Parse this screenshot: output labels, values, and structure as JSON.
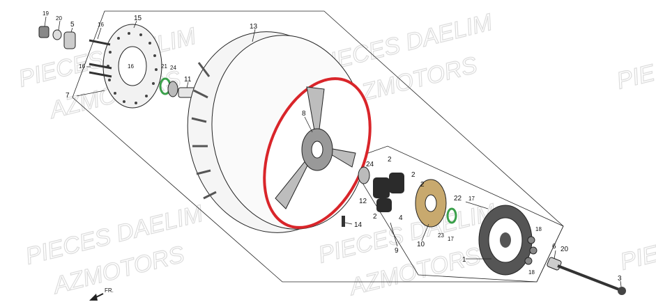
{
  "watermarks": [
    "PIECES DAELIM",
    "AZMOTORS",
    "PIECES DAELIM",
    "AZMOTORS",
    "PIECES DAELIM",
    "AZMOTORS",
    "PIECES DAELIM",
    "AZMOTORS",
    "PIE",
    "PIE"
  ],
  "direction_label": "FR.",
  "callouts": {
    "p19": "19",
    "p20a": "20",
    "p5a": "5",
    "p15": "15",
    "p16a": "16",
    "p16b": "16",
    "p16c": "16",
    "p7": "7",
    "p21": "21",
    "p24a": "24",
    "p11": "11",
    "p13": "13",
    "p8": "8",
    "p24b": "24",
    "p2a": "2",
    "p2b": "2",
    "p2c": "2",
    "p12": "12",
    "p2d": "2",
    "p4": "4",
    "p22": "22",
    "p17a": "17",
    "p17b": "17",
    "p18a": "18",
    "p18b": "18",
    "p14": "14",
    "p9": "9",
    "p10": "10",
    "p23": "23",
    "p1": "1",
    "p6": "6",
    "p20b": "20",
    "p3": "3"
  },
  "colors": {
    "highlight": "#d9252a",
    "hub": "#c8a96e",
    "seal": "#3aa04a",
    "watermark": "#dcdcdc"
  }
}
